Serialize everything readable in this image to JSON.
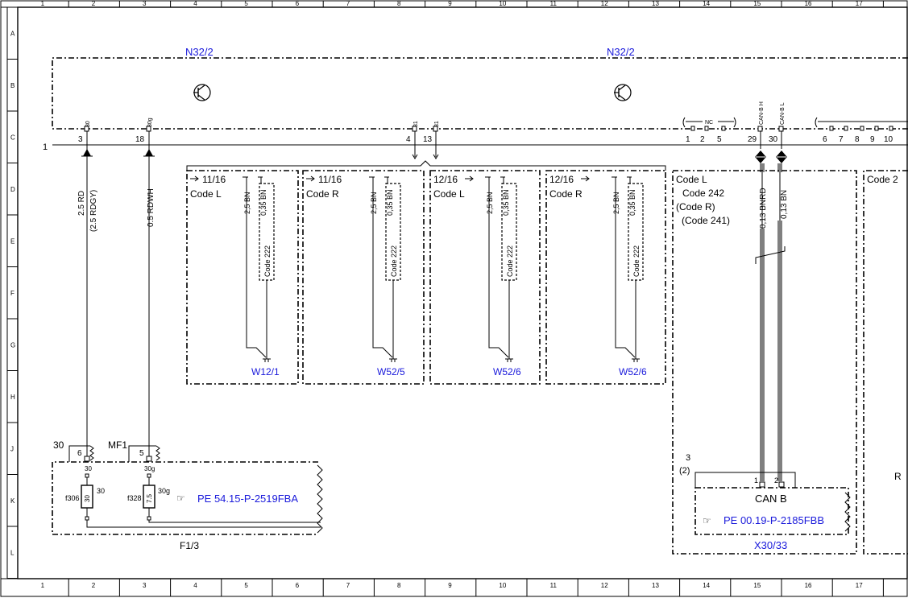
{
  "grid": {
    "columns": [
      "1",
      "2",
      "3",
      "4",
      "5",
      "6",
      "7",
      "8",
      "9",
      "10",
      "11",
      "12",
      "13",
      "14",
      "15",
      "16",
      "17"
    ],
    "rows": [
      "A",
      "B",
      "C",
      "D",
      "E",
      "F",
      "G",
      "H",
      "J",
      "K",
      "L"
    ]
  },
  "component_main": {
    "name": "N32/2",
    "name_right": "N32/2"
  },
  "connector_row_label": "1",
  "pins_main": [
    {
      "num": "3",
      "sig": "30"
    },
    {
      "num": "18",
      "sig": "30g"
    },
    {
      "num": "4",
      "sig": "31"
    },
    {
      "num": "13",
      "sig": "31"
    }
  ],
  "nc_label": "NC",
  "nc_pins": [
    "1",
    "2",
    "5"
  ],
  "can_pins": [
    {
      "num": "29",
      "sig": "CAN-B H"
    },
    {
      "num": "30",
      "sig": "CAN-B L"
    }
  ],
  "right_pins": [
    "6",
    "7",
    "8",
    "9",
    "10"
  ],
  "wires": {
    "w1": {
      "line1": "2.5 RD",
      "line2": "(2.5 RDGY)"
    },
    "w2": "0.5 RDWH",
    "can_h": "0,13 BNRD",
    "can_l": "0,13 BN"
  },
  "sub_boxes": [
    {
      "ref": "11/16",
      "code": "Code L",
      "wire_a": "2,5 BN",
      "wire_b": "0,35 BN",
      "code_b": "Code 222",
      "ground": "W12/1"
    },
    {
      "ref": "11/16",
      "code": "Code R",
      "wire_a": "2,5 BN",
      "wire_b": "0,35 BN",
      "code_b": "Code 222",
      "ground": "W52/5"
    },
    {
      "ref": "12/16",
      "code": "Code L",
      "wire_a": "2,5 BN",
      "wire_b": "0,35 BN",
      "code_b": "Code 222",
      "ground": "W52/6"
    },
    {
      "ref": "12/16",
      "code": "Code R",
      "wire_a": "2,5 BN",
      "wire_b": "0,35 BN",
      "code_b": "Code 222",
      "ground": "W52/6"
    }
  ],
  "can_box": {
    "line1": "Code L",
    "line2": "Code 242",
    "line3": "(Code R)",
    "line4": "(Code 241)"
  },
  "right_box_label": "Code 2",
  "right_edge_letter": "R",
  "fuse_block": {
    "name": "F1/3",
    "term_30": "30",
    "term_mf1": "MF1",
    "pin_6": "6",
    "pin_5": "5",
    "sig_30": "30",
    "sig_30g": "30g",
    "fuse1": {
      "id": "f306",
      "rating": "30",
      "term": "30"
    },
    "fuse2": {
      "id": "f328",
      "rating": "7.5",
      "term": "30g"
    },
    "ref": "PE 54.15-P-2519FBA"
  },
  "can_connector": {
    "name": "X30/33",
    "pos": "3",
    "pos_alt": "(2)",
    "pin1": "1",
    "pin2": "2",
    "title": "CAN B",
    "ref": "PE 00.19-P-2185FBB"
  },
  "colors": {
    "line": "#000000",
    "reference": "#1a1adb",
    "background": "#ffffff"
  }
}
